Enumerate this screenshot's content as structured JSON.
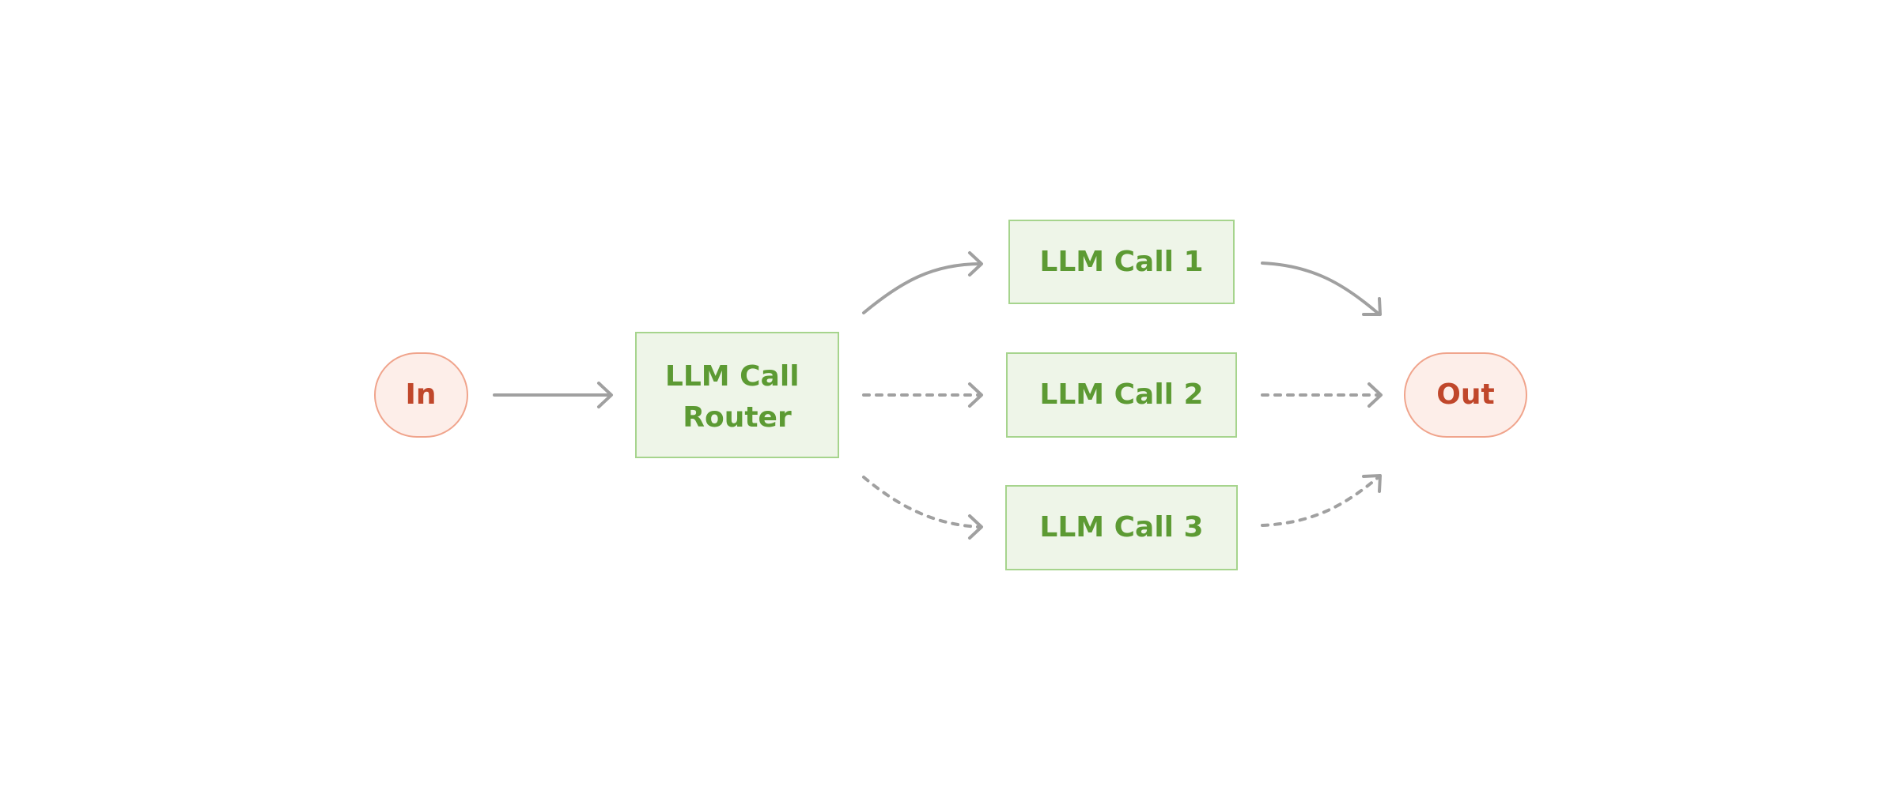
{
  "diagram": {
    "nodes": {
      "input": {
        "label": "In"
      },
      "router": {
        "line1": "LLM Call",
        "line2": "Router"
      },
      "call1": {
        "label": "LLM Call 1"
      },
      "call2": {
        "label": "LLM Call 2"
      },
      "call3": {
        "label": "LLM Call 3"
      },
      "output": {
        "label": "Out"
      }
    },
    "colors": {
      "terminal_fill": "#fdeee9",
      "terminal_stroke": "#f0a48c",
      "terminal_text": "#c0472b",
      "llm_fill": "#eef5e8",
      "llm_stroke": "#a6d48d",
      "llm_text": "#5c9a33",
      "arrow": "#a0a0a0"
    }
  }
}
